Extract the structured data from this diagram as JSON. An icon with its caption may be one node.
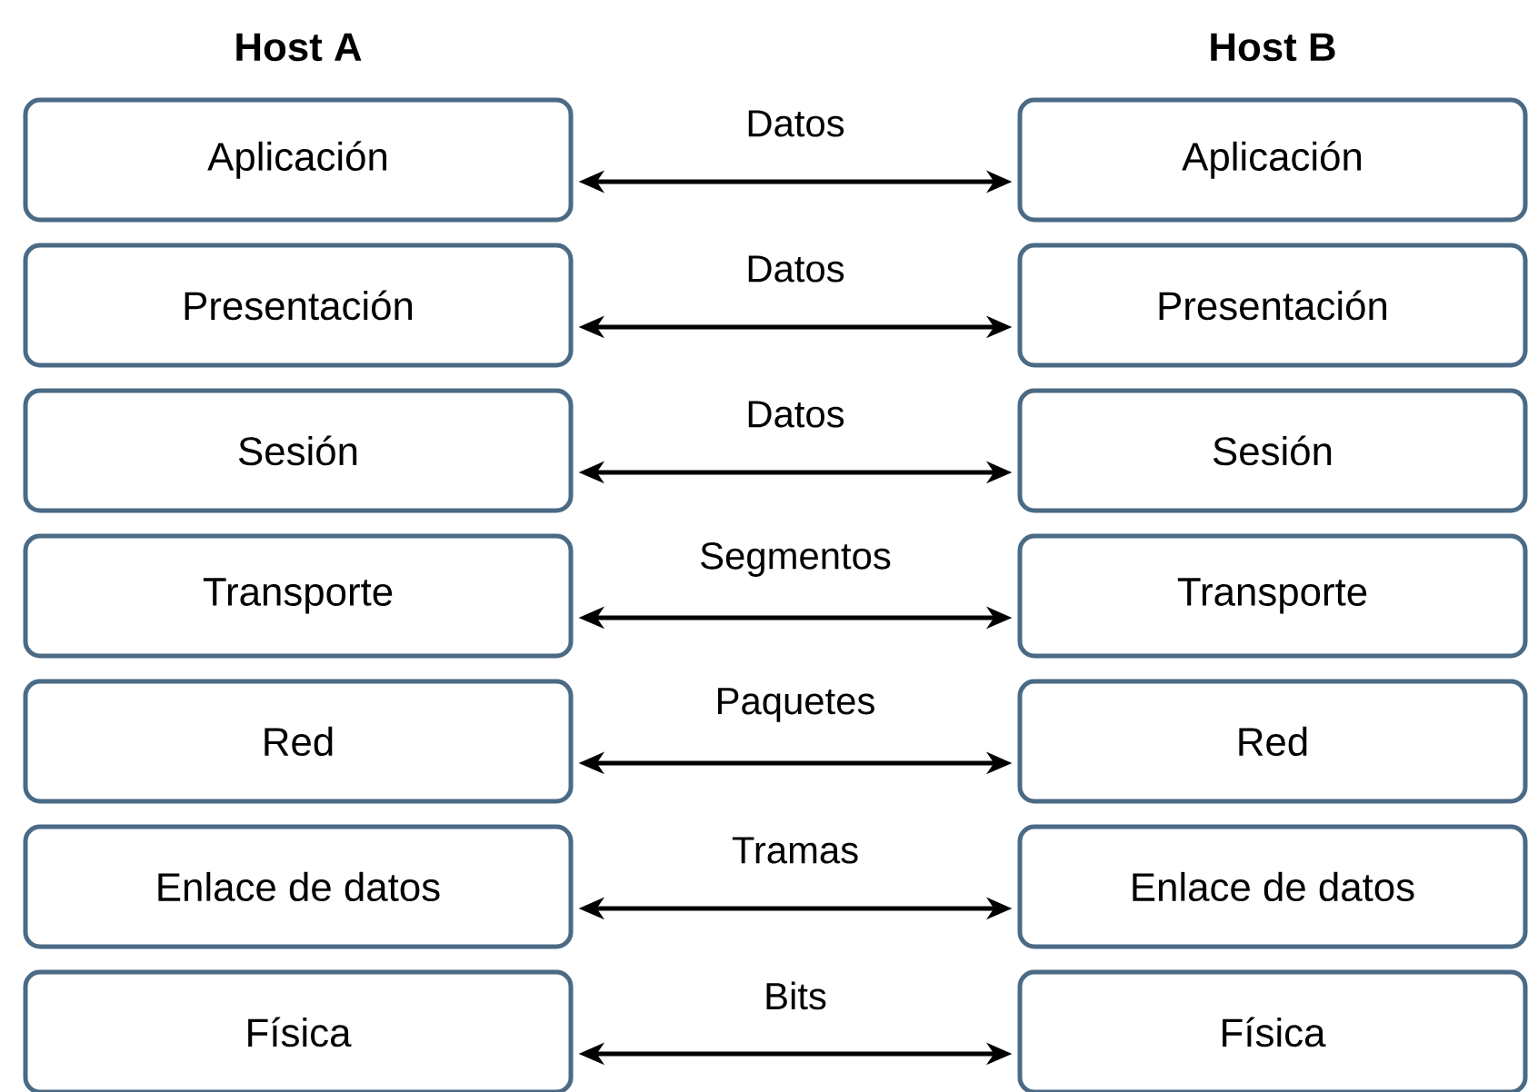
{
  "diagram": {
    "nodes": [
      {
        "text": [
          "Aplicación"
        ]
      },
      {
        "text": [
          "Presentación"
        ]
      },
      {
        "text": [
          "Sesión"
        ]
      },
      {
        "text": [
          "Transporte"
        ]
      },
      {
        "text": [
          "Red"
        ]
      },
      {
        "text": [
          "Enlace de datos"
        ]
      },
      {
        "text": [
          "Física"
        ]
      },
      {
        "text": [
          "Aplicación"
        ]
      },
      {
        "text": [
          "Presentación"
        ]
      },
      {
        "text": [
          "Sesión"
        ]
      },
      {
        "text": [
          "Transporte"
        ]
      },
      {
        "text": [
          "Red"
        ]
      },
      {
        "text": [
          "Enlace de datos"
        ]
      },
      {
        "text": [
          "Física"
        ]
      }
    ],
    "edges": [
      {
        "from": 0,
        "to": 7,
        "arrow": "both",
        "label": "Datos"
      },
      {
        "from": 1,
        "to": 8,
        "arrow": "both",
        "label": "Datos"
      },
      {
        "from": 2,
        "to": 9,
        "arrow": "both",
        "label": "Datos"
      },
      {
        "from": 3,
        "to": 10,
        "arrow": "both",
        "label": "Segmentos"
      },
      {
        "from": 4,
        "to": 11,
        "arrow": "both",
        "label": "Paquetes"
      },
      {
        "from": 5,
        "to": 12,
        "arrow": "both",
        "label": "Tramas"
      },
      {
        "from": 6,
        "to": 13,
        "arrow": "both",
        "label": "Bits"
      }
    ],
    "labels": [
      "Host A",
      "Host B"
    ]
  }
}
